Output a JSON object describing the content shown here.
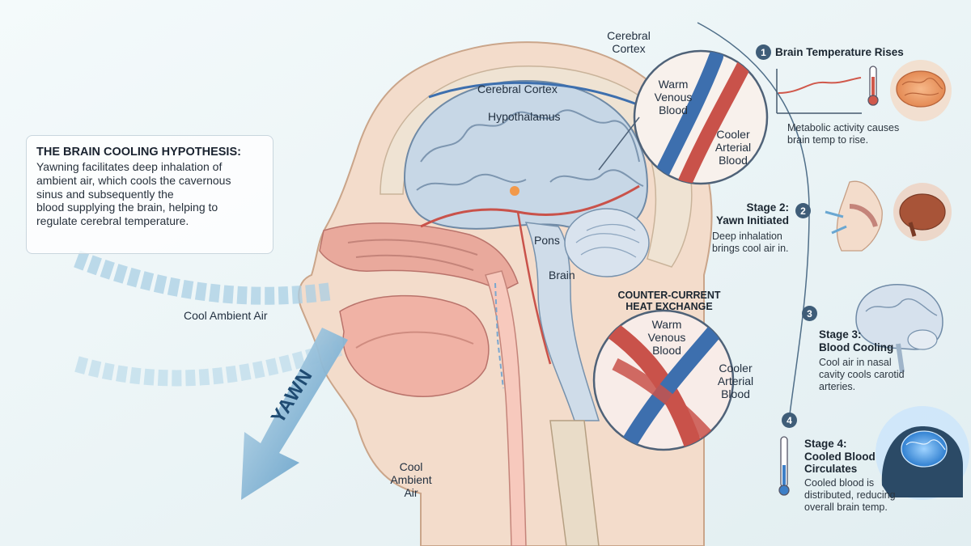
{
  "hypothesis": {
    "title": "THE BRAIN COOLING HYPOTHESIS:",
    "lines": [
      "Yawning facilitates deep inhalation of",
      "ambient air, which cools the cavernous",
      "sinus and subsequently the",
      "blood supplying the brain, helping to",
      "regulate cerebral temperature."
    ]
  },
  "anatomy": {
    "cerebral_cortex_outer": [
      "Cerebral",
      "Cortex"
    ],
    "cerebral_cortex": "Cerebral Cortex",
    "hypothalamus": "Hypothalamus",
    "pons": "Pons",
    "brain": "Brain",
    "cool_air_top": "Cool Ambient Air",
    "cool_air_bottom": [
      "Cool",
      "Ambient",
      "Air"
    ],
    "yawn": "YAWN"
  },
  "inset_top": {
    "warm": [
      "Warm",
      "Venous",
      "Blood"
    ],
    "cool": [
      "Cooler",
      "Arterial",
      "Blood"
    ]
  },
  "inset_bottom": {
    "title": [
      "COUNTER-CURRENT",
      "HEAT EXCHANGE"
    ],
    "warm": [
      "Warm",
      "Venous",
      "Blood"
    ],
    "cool": [
      "Cooler",
      "Arterial",
      "Blood"
    ]
  },
  "stages": [
    {
      "num": "1",
      "title": [
        "Brain Temperature Rises"
      ],
      "desc": [
        "Metabolic activity causes",
        "brain temp to rise."
      ]
    },
    {
      "num": "2",
      "title": [
        "Stage 2:",
        "Yawn Initiated"
      ],
      "desc": [
        "Deep inhalation",
        "brings cool air in."
      ]
    },
    {
      "num": "3",
      "title": [
        "Stage 3:",
        "Blood Cooling"
      ],
      "desc": [
        "Cool air in nasal",
        "cavity cools carotid",
        "arteries."
      ]
    },
    {
      "num": "4",
      "title": [
        "Stage 4:",
        "Cooled Blood",
        "Circulates"
      ],
      "desc": [
        "Cooled blood is",
        "distributed, reducing",
        "overall brain temp."
      ]
    }
  ],
  "colors": {
    "vein": "#c9524a",
    "artery": "#3d6fae",
    "tissue": "#e9a99c",
    "brain": "#c7d7e6",
    "skin": "#f3dccb",
    "badge": "#3f5d78"
  },
  "icons": [
    "thermometer-icon",
    "brain-warm-icon",
    "brain-dark-icon",
    "brain-cool-icon",
    "nose-icon"
  ]
}
